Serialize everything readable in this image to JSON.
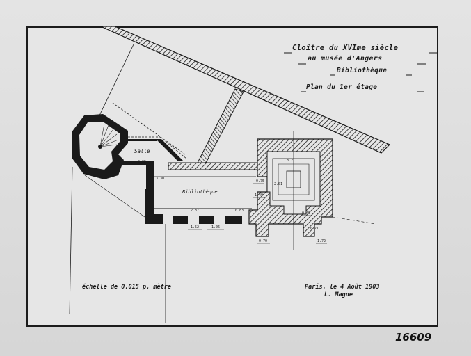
{
  "title": {
    "line1": "Cloître du XVIme siècle",
    "line2": "au musée d'Angers",
    "line3": "Bibliothèque",
    "line4": "Plan du 1er étage"
  },
  "rooms": {
    "salle": "Salle",
    "bibliotheque": "Bibliothèque"
  },
  "scale_note": "échelle de 0,015 p. mètre",
  "date_note": "Paris, le 4 Août 1903",
  "signature": "L. Magne",
  "sheet_number": "16609",
  "dimensions": [
    "3.30",
    "0.95",
    "1.52",
    "1.06",
    "2.37",
    "0.83",
    "2.01",
    "3.21",
    "0.75",
    "1.49",
    "0.70",
    "1.72",
    "0.49",
    "0.71"
  ],
  "colors": {
    "ink": "#1a1a1a",
    "paper": "#e6e6e6"
  }
}
